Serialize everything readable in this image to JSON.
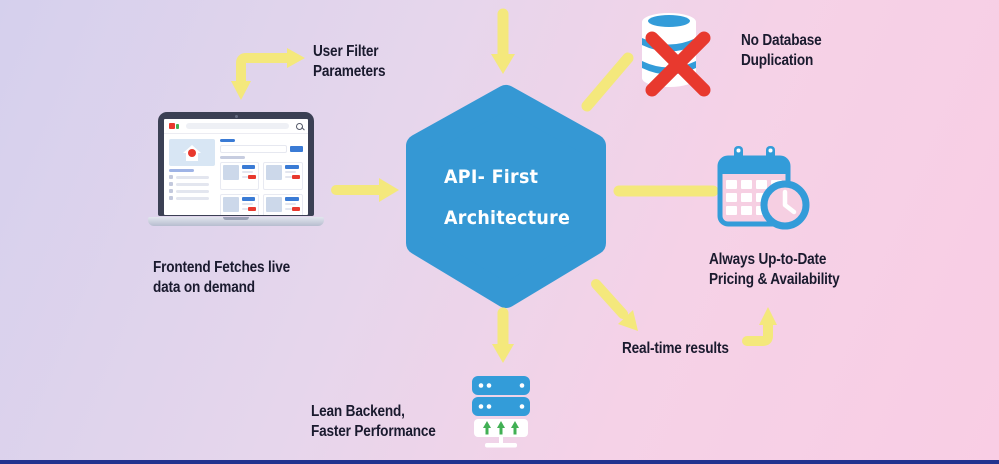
{
  "hexagon": {
    "line1": "API- First",
    "line2": "Architecture"
  },
  "labels": {
    "user_filter": {
      "line1": "User Filter",
      "line2": "Parameters"
    },
    "no_database_duplication": {
      "line1": "No Database",
      "line2": "Duplication"
    },
    "frontend_fetches": {
      "line1": "Frontend Fetches live",
      "line2": "data on demand"
    },
    "always_up_to_date": {
      "line1": "Always Up-to-Date",
      "line2": "Pricing & Availability"
    },
    "real_time_results": {
      "line1": "Real-time results"
    },
    "lean_backend": {
      "line1": "Lean Backend,",
      "line2": "Faster Performance"
    }
  },
  "icons": {
    "laptop": "laptop-browser-illustration",
    "database": "database-crossed-out-icon",
    "calendar_clock": "calendar-clock-icon",
    "server": "server-stack-icon"
  },
  "colors": {
    "hex_blue": "#3598d4",
    "icon_blue": "#339cd9",
    "arrow_yellow": "#f4e87c",
    "red": "#e8392e",
    "green": "#41b054",
    "label_text": "#1a1a2e",
    "bottom_bar": "#23338f",
    "bg_from": "#d5d0ed",
    "bg_to": "#f9cde4"
  }
}
